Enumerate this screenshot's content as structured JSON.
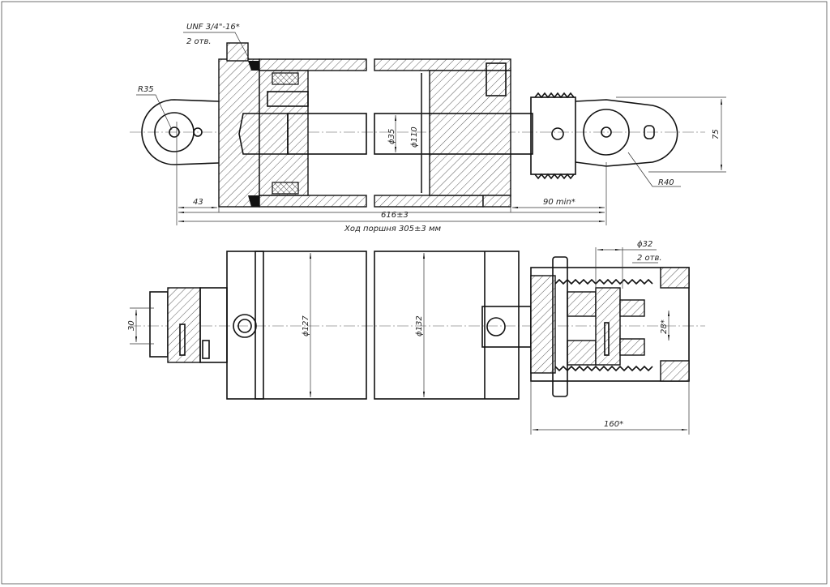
{
  "top_view": {
    "thread_note": "UNF 3/4\"-16*",
    "thread_count": "2 отв.",
    "radius_left": "R35",
    "radius_right": "R40",
    "dim_43": "43",
    "dim_overall": "616±3",
    "dim_stroke": "Ход поршня 305±3 мм",
    "dim_min": "90 min*",
    "dia_rod": "ϕ35",
    "dia_piston": "ϕ110",
    "dim_height": "75"
  },
  "bottom_view": {
    "dim_30": "30",
    "dia_127": "ϕ127",
    "dia_132": "ϕ132",
    "dia_32": "ϕ32",
    "hole_count": "2 отв.",
    "dim_28": "28*",
    "dim_160": "160*"
  }
}
